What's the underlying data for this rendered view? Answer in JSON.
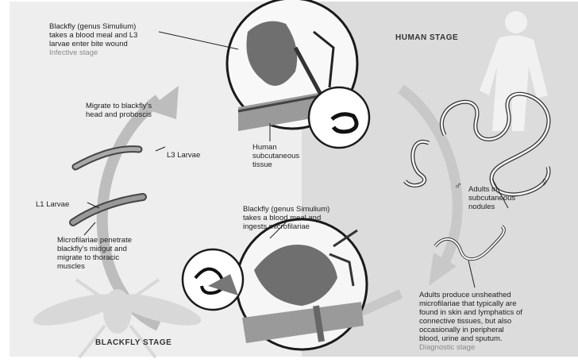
{
  "stages": {
    "human": "HUMAN STAGE",
    "blackfly": "BLACKFLY STAGE"
  },
  "labels": {
    "meal_l3": {
      "line1": "Blackfly (genus Simulium)",
      "line2": "takes a blood meal and L3",
      "line3": "larvae enter bite wound",
      "line4": "Infective stage"
    },
    "migrate": {
      "line1": "Migrate to blackfly's",
      "line2": "head and proboscis"
    },
    "l3_larvae": "L3 Larvae",
    "l1_larvae": "L1 Larvae",
    "tissue": {
      "line1": "Human",
      "line2": "subcutaneous",
      "line3": "tissue"
    },
    "adults_nodules": {
      "line1": "Adults in",
      "line2": "subcutaneous",
      "line3": "nodules"
    },
    "meal_mf": {
      "line1": "Blackfly (genus Simulium)",
      "line2": "takes a blood meal and",
      "line3": "ingests microfilariae"
    },
    "midgut": {
      "line1": "Microfilariae penetrate",
      "line2": "blackfly's midgut and",
      "line3": "migrate to thoracic",
      "line4": "muscles"
    },
    "adults_produce": {
      "line1": "Adults produce unsheathed",
      "line2": "microfilariae that typically are",
      "line3": "found in skin and lymphatics of",
      "line4": "connective tissues, but also",
      "line5": "occasionally in peripheral",
      "line6": "blood, urine and sputum.",
      "line7": "Diagnostic stage"
    },
    "male_symbol": "♂",
    "female_symbol": "♀"
  },
  "colors": {
    "left_panel": "#eeeeee",
    "right_panel": "#dcdcdc",
    "cycle_arrow": "#bdbdbd",
    "text": "#1e1e1e",
    "muted": "#8a8a8a"
  }
}
